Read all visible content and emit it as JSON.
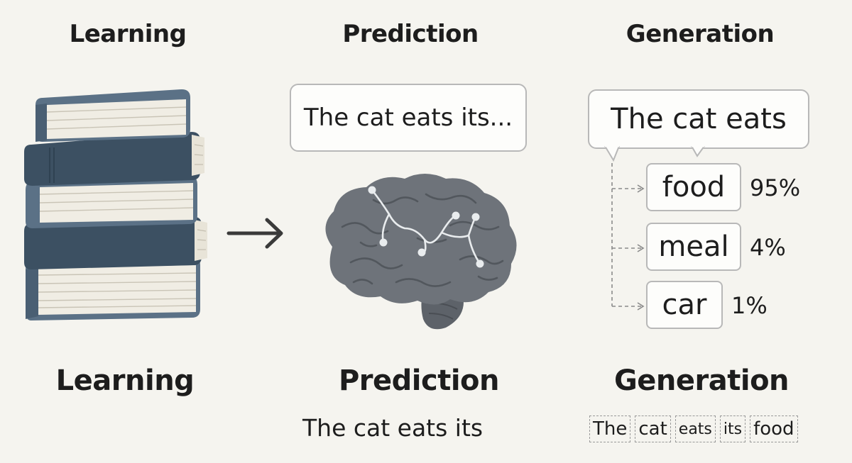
{
  "top_headers": {
    "learning": "Learning",
    "prediction": "Prediction",
    "generation": "Generation"
  },
  "bottom_headers": {
    "learning": "Learning",
    "prediction": "Prediction",
    "generation": "Generation"
  },
  "prediction_bubble_text": "The cat eats its...",
  "generation_bubble_text": "The cat eats",
  "candidates": [
    {
      "token": "food",
      "probability": "95%"
    },
    {
      "token": "meal",
      "probability": "4%"
    },
    {
      "token": "car",
      "probability": "1%"
    }
  ],
  "prediction_caption": "The cat eats its",
  "generated_sequence": [
    "The",
    "cat",
    "eats",
    "its",
    "food"
  ],
  "colors": {
    "background": "#f5f4ef",
    "book_dark": "#3c5062",
    "book_mid": "#5b7186",
    "brain": "#6e737a",
    "brain_network": "#e9ecee"
  },
  "icons": [
    "book-stack-icon",
    "arrow-right-icon",
    "brain-icon"
  ]
}
